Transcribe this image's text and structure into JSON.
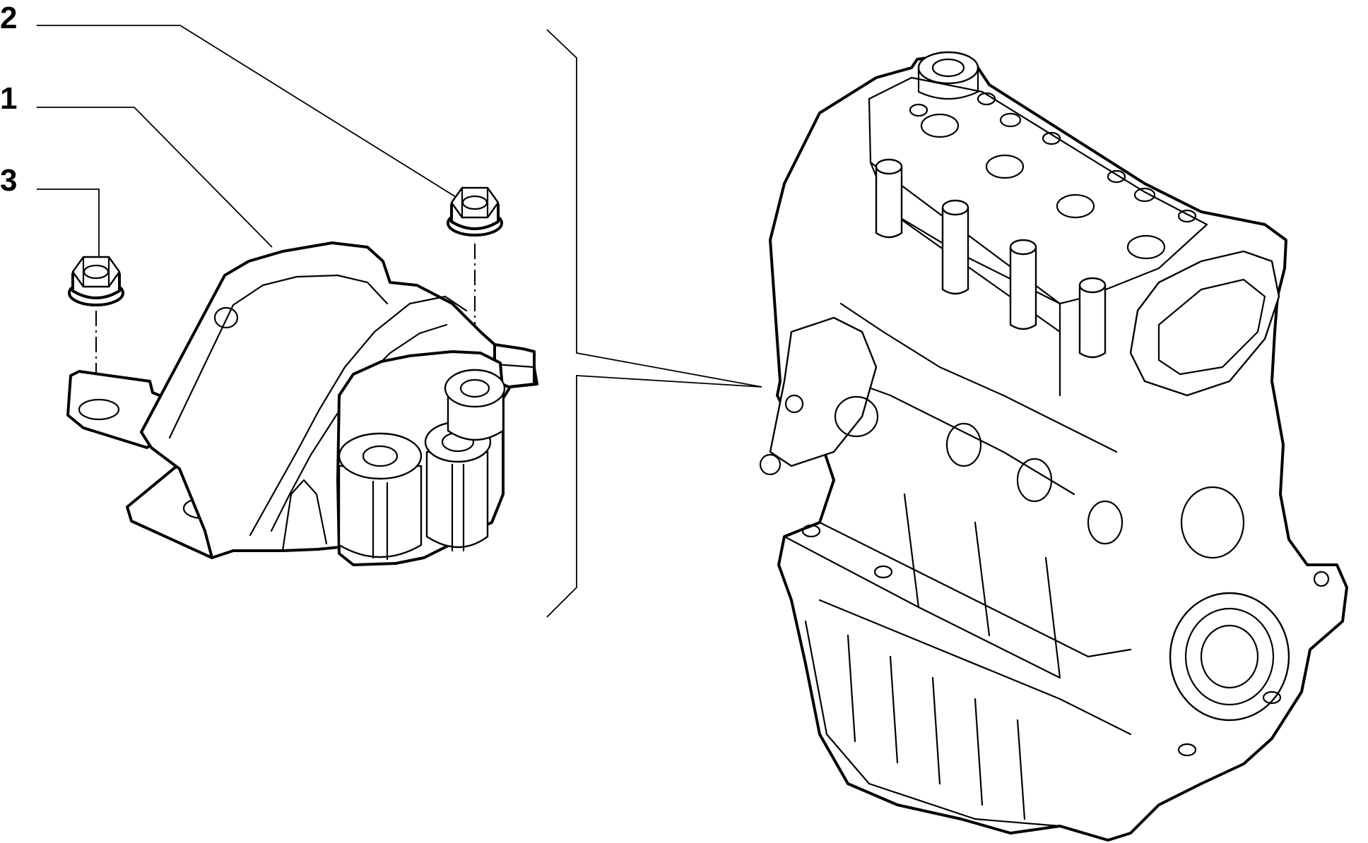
{
  "diagram": {
    "callouts": [
      {
        "number": "2",
        "part": "nut"
      },
      {
        "number": "1",
        "part": "engine-mount"
      },
      {
        "number": "3",
        "part": "nut"
      }
    ]
  }
}
